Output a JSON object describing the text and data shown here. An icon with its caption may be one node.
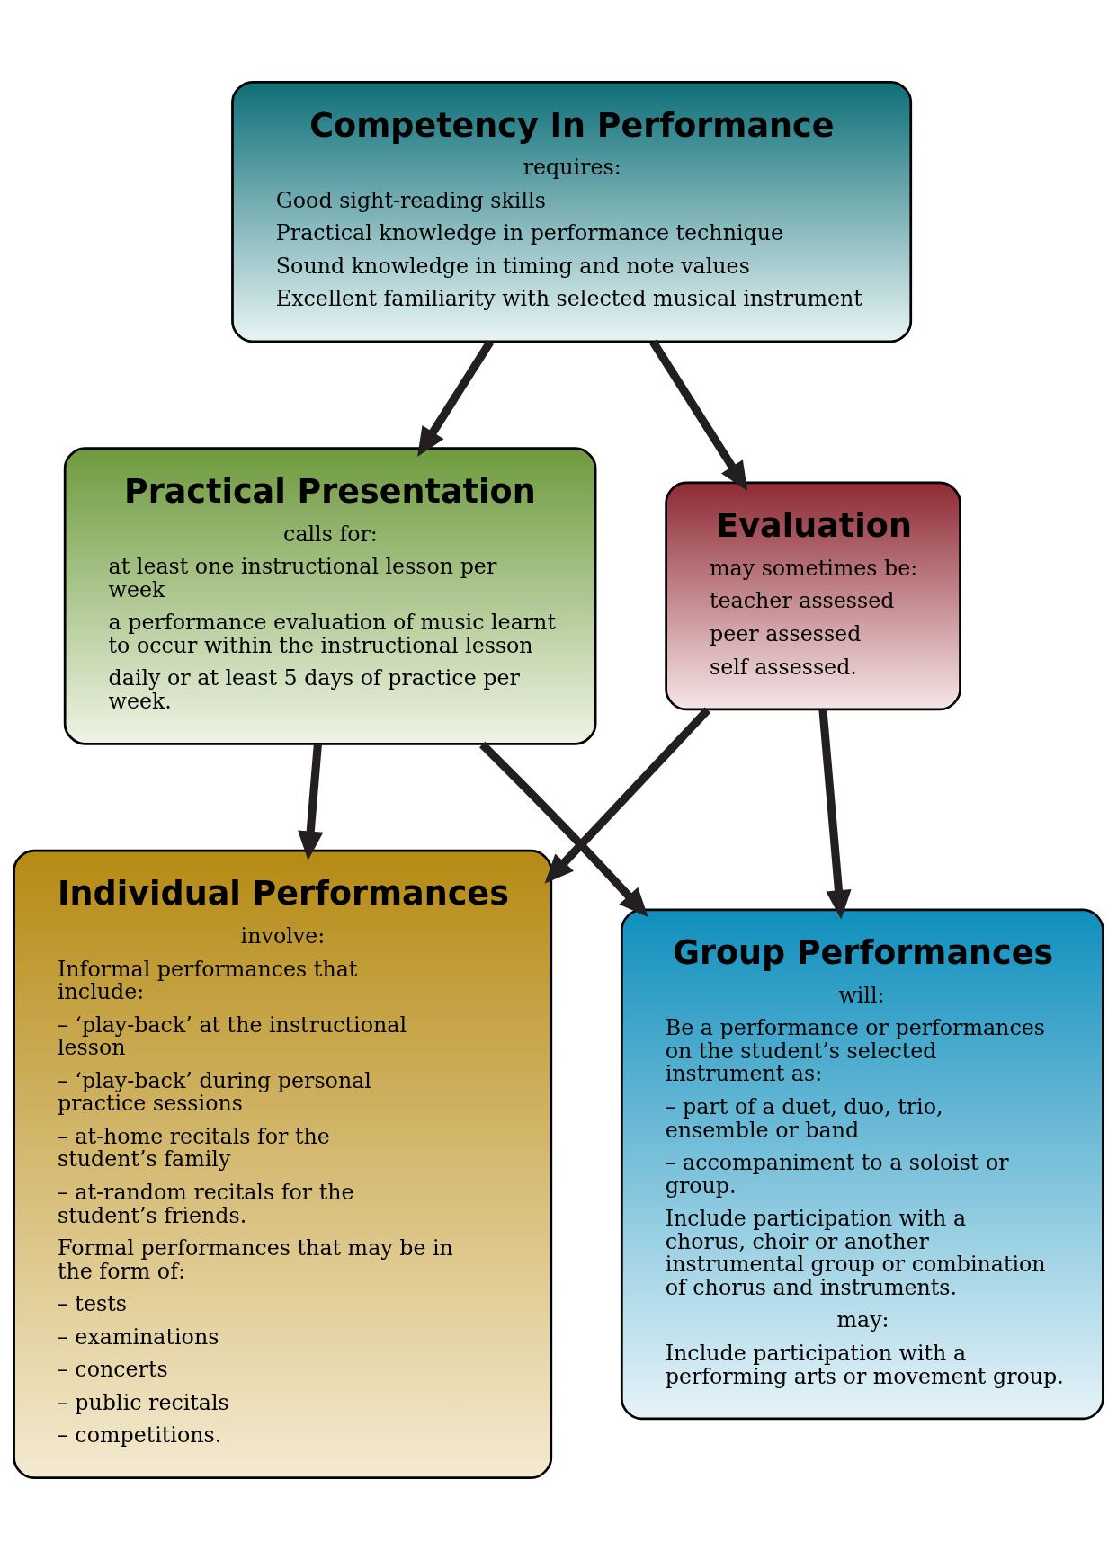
{
  "diagram": {
    "nodes": [
      {
        "text": [
          "Competency In Performance",
          "requires:",
          "Good sight-reading skills",
          "Practical knowledge in performance technique",
          "Sound knowledge in timing and note values",
          "Excellent familiarity with selected musical instrument"
        ]
      },
      {
        "text": [
          "Practical Presentation",
          "calls for:",
          "at least one instructional lesson per week",
          "a performance evaluation of music learnt to occur within the instructional lesson",
          "daily or at least 5 days of practice per week."
        ]
      },
      {
        "text": [
          "Evaluation",
          "may sometimes be:",
          "teacher assessed",
          "peer assessed",
          "self assessed."
        ]
      },
      {
        "text": [
          "Individual Performances",
          "involve:",
          "Informal performances that include:",
          "– ‘play-back’ at the instructional lesson",
          "– ‘play-back’ during personal practice sessions",
          "– at-home recitals for the student’s family",
          "– at-random recitals for the student’s friends.",
          "Formal performances that may be in the form of:",
          "– tests",
          "– examinations",
          "– concerts",
          "– public recitals",
          "– competitions."
        ]
      },
      {
        "text": [
          "Group Performances",
          "will:",
          "Be a performance or performances on the student’s selected instrument as:",
          "– part of a duet, duo, trio, ensemble or band",
          "– accompaniment to a soloist or group.",
          "Include participation with a chorus, choir or another instrumental group or combination of chorus and instruments.",
          "may:",
          "Include participation with a performing arts or movement group."
        ]
      }
    ],
    "edges": [
      {
        "from": 0,
        "to": 1,
        "arrow": "to"
      },
      {
        "from": 0,
        "to": 2,
        "arrow": "to"
      },
      {
        "from": 1,
        "to": 3,
        "arrow": "to"
      },
      {
        "from": 1,
        "to": 4,
        "arrow": "to"
      },
      {
        "from": 2,
        "to": 3,
        "arrow": "to"
      },
      {
        "from": 2,
        "to": 4,
        "arrow": "to"
      }
    ]
  }
}
